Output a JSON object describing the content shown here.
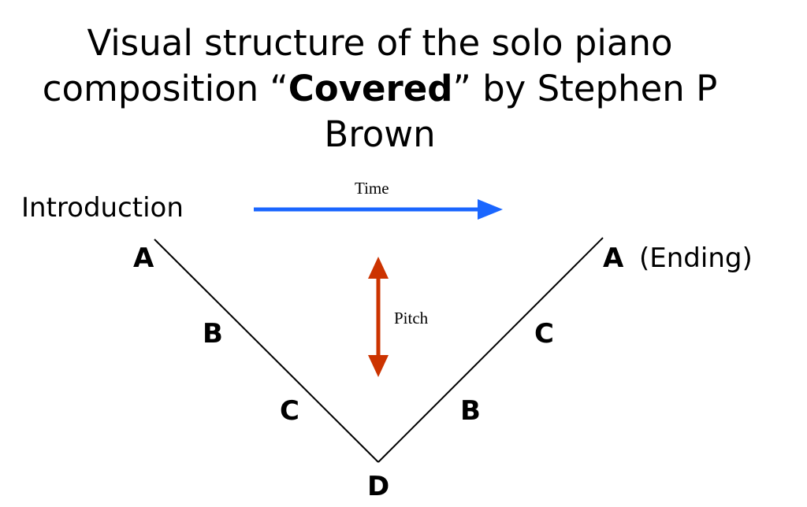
{
  "title": {
    "line1": "Visual structure of the solo piano",
    "line2_prefix": "composition “",
    "line2_bold": "Covered",
    "line2_suffix": "” by Stephen P Brown"
  },
  "labels": {
    "introduction": "Introduction",
    "time": "Time",
    "pitch": "Pitch",
    "left_a": "A",
    "left_b": "B",
    "left_c": "C",
    "bottom_d": "D",
    "right_b": "B",
    "right_c": "C",
    "right_a": "A",
    "ending": "(Ending)"
  },
  "colors": {
    "time_arrow": "#1a66ff",
    "pitch_arrow": "#cc3300",
    "lines": "#000000"
  }
}
